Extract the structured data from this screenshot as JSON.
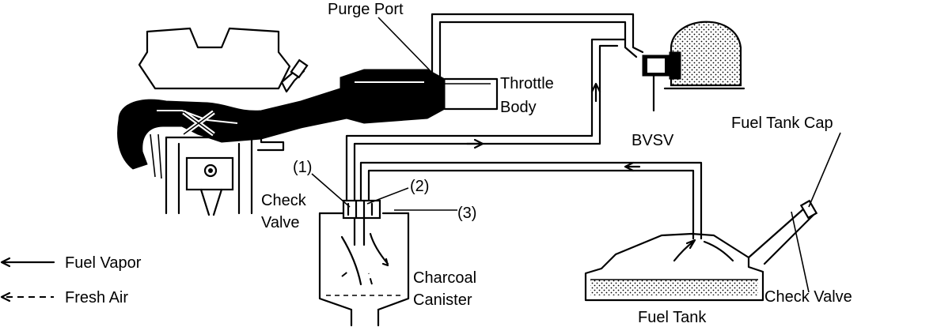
{
  "labels": {
    "purge_port": "Purge Port",
    "throttle": "Throttle",
    "body": "Body",
    "bvsv": "BVSV",
    "fuel_tank_cap": "Fuel Tank Cap",
    "port_1": "(1)",
    "port_2": "(2)",
    "port_3": "(3)",
    "check_valve_left_1": "Check",
    "check_valve_left_2": "Valve",
    "charcoal": "Charcoal",
    "canister": "Canister",
    "fuel_tank": "Fuel Tank",
    "check_valve_right": "Check Valve"
  },
  "legend": {
    "fuel_vapor": "Fuel Vapor",
    "fresh_air": "Fresh Air"
  }
}
